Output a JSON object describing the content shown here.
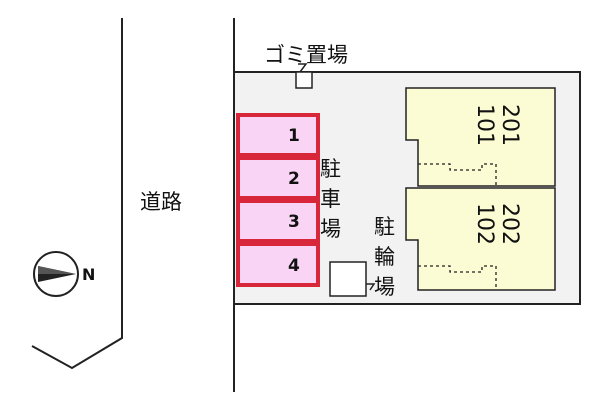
{
  "road": {
    "label": "道路"
  },
  "compass": {
    "north_label": "N"
  },
  "garbage": {
    "label": "ゴミ置場"
  },
  "car_parking": {
    "label_chars": [
      "駐",
      "車",
      "場"
    ],
    "spaces": [
      "1",
      "2",
      "3",
      "4"
    ],
    "accent": "#d8263a",
    "fill": "#f9d4f4"
  },
  "bike_parking": {
    "label_chars": [
      "駐",
      "輪",
      "場"
    ]
  },
  "units": [
    {
      "upper": "201",
      "lower": "101"
    },
    {
      "upper": "202",
      "lower": "102"
    }
  ],
  "colors": {
    "lot": "#f2f2f2",
    "building": "#fbfbd4",
    "line": "#222222"
  }
}
